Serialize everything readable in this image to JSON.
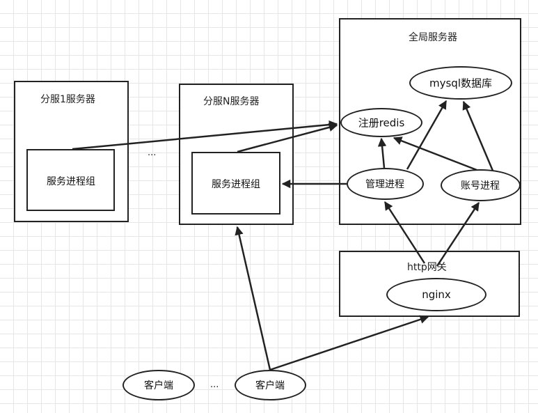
{
  "shard1": {
    "title": "分服1服务器",
    "inner": "服务进程组"
  },
  "shardN": {
    "title": "分服N服务器",
    "inner": "服务进程组"
  },
  "between_ellipsis": "...",
  "global": {
    "title": "全局服务器",
    "mysql": "mysql数据库",
    "redis": "注册redis",
    "manager": "管理进程",
    "account": "账号进程"
  },
  "gateway": {
    "title": "http网关",
    "nginx": "nginx"
  },
  "clients": {
    "left": "客户端",
    "ellipsis": "...",
    "right": "客户端"
  }
}
